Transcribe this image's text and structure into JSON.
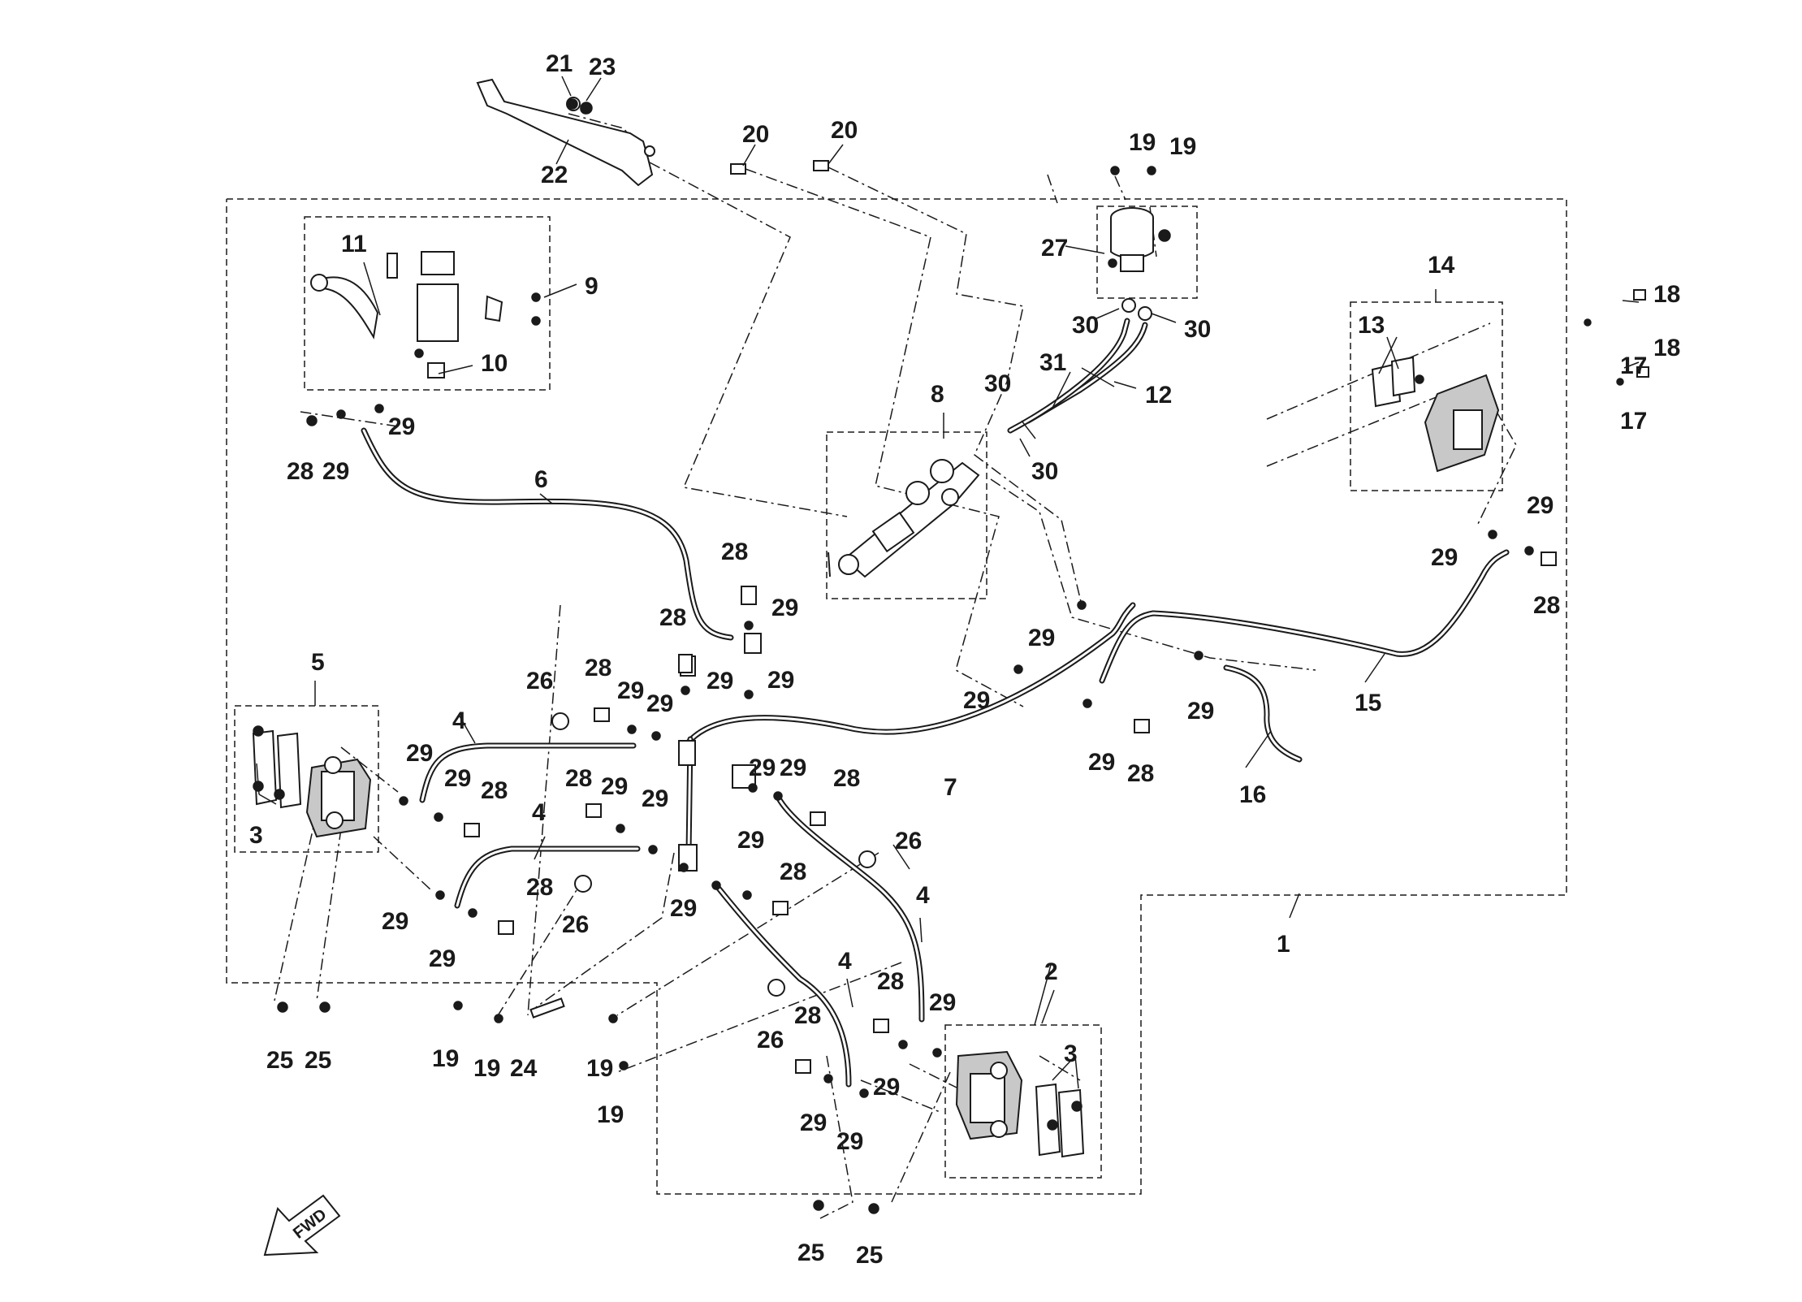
{
  "diagram": {
    "callouts": [
      {
        "id": "c21",
        "text": "21"
      },
      {
        "id": "c23",
        "text": "23"
      },
      {
        "id": "c22",
        "text": "22"
      },
      {
        "id": "c20a",
        "text": "20"
      },
      {
        "id": "c20b",
        "text": "20"
      },
      {
        "id": "c19a",
        "text": "19"
      },
      {
        "id": "c19b",
        "text": "19"
      },
      {
        "id": "c27",
        "text": "27"
      },
      {
        "id": "c30a",
        "text": "30"
      },
      {
        "id": "c30b",
        "text": "30"
      },
      {
        "id": "c31",
        "text": "31"
      },
      {
        "id": "c12",
        "text": "12"
      },
      {
        "id": "c30c",
        "text": "30"
      },
      {
        "id": "c30d",
        "text": "30"
      },
      {
        "id": "c8",
        "text": "8"
      },
      {
        "id": "c11",
        "text": "11"
      },
      {
        "id": "c9",
        "text": "9"
      },
      {
        "id": "c10",
        "text": "10"
      },
      {
        "id": "c28a",
        "text": "28"
      },
      {
        "id": "c29a",
        "text": "29"
      },
      {
        "id": "c29b",
        "text": "29"
      },
      {
        "id": "c6",
        "text": "6"
      },
      {
        "id": "c14",
        "text": "14"
      },
      {
        "id": "c13",
        "text": "13"
      },
      {
        "id": "c18a",
        "text": "18"
      },
      {
        "id": "c17a",
        "text": "17"
      },
      {
        "id": "c18b",
        "text": "18"
      },
      {
        "id": "c17b",
        "text": "17"
      },
      {
        "id": "c29c",
        "text": "29"
      },
      {
        "id": "c29d",
        "text": "29"
      },
      {
        "id": "c28b",
        "text": "28"
      },
      {
        "id": "c15",
        "text": "15"
      },
      {
        "id": "c16",
        "text": "16"
      },
      {
        "id": "c29e",
        "text": "29"
      },
      {
        "id": "c29f",
        "text": "29"
      },
      {
        "id": "c29g",
        "text": "29"
      },
      {
        "id": "c29h",
        "text": "29"
      },
      {
        "id": "c28c",
        "text": "28"
      },
      {
        "id": "c28d",
        "text": "28"
      },
      {
        "id": "c29i",
        "text": "29"
      },
      {
        "id": "c28e",
        "text": "28"
      },
      {
        "id": "c29j",
        "text": "29"
      },
      {
        "id": "c29k",
        "text": "29"
      },
      {
        "id": "c28f",
        "text": "28"
      },
      {
        "id": "c29l",
        "text": "29"
      },
      {
        "id": "c29m",
        "text": "29"
      },
      {
        "id": "c26a",
        "text": "26"
      },
      {
        "id": "c7",
        "text": "7"
      },
      {
        "id": "c5",
        "text": "5"
      },
      {
        "id": "c3a",
        "text": "3"
      },
      {
        "id": "c4a",
        "text": "4"
      },
      {
        "id": "c29n",
        "text": "29"
      },
      {
        "id": "c29o",
        "text": "29"
      },
      {
        "id": "c28g",
        "text": "28"
      },
      {
        "id": "c28h",
        "text": "28"
      },
      {
        "id": "c29p",
        "text": "29"
      },
      {
        "id": "c29q",
        "text": "29"
      },
      {
        "id": "c29r",
        "text": "29"
      },
      {
        "id": "c29s",
        "text": "29"
      },
      {
        "id": "c28i",
        "text": "28"
      },
      {
        "id": "c4b",
        "text": "4"
      },
      {
        "id": "c28j",
        "text": "28"
      },
      {
        "id": "c29t",
        "text": "29"
      },
      {
        "id": "c29u",
        "text": "29"
      },
      {
        "id": "c26b",
        "text": "26"
      },
      {
        "id": "c29v",
        "text": "29"
      },
      {
        "id": "c29w",
        "text": "29"
      },
      {
        "id": "c28k",
        "text": "28"
      },
      {
        "id": "c26c",
        "text": "26"
      },
      {
        "id": "c4c",
        "text": "4"
      },
      {
        "id": "c1",
        "text": "1"
      },
      {
        "id": "c25a",
        "text": "25"
      },
      {
        "id": "c25b",
        "text": "25"
      },
      {
        "id": "c19c",
        "text": "19"
      },
      {
        "id": "c19d",
        "text": "19"
      },
      {
        "id": "c24",
        "text": "24"
      },
      {
        "id": "c19e",
        "text": "19"
      },
      {
        "id": "c19f",
        "text": "19"
      },
      {
        "id": "c4d",
        "text": "4"
      },
      {
        "id": "c26d",
        "text": "26"
      },
      {
        "id": "c28l",
        "text": "28"
      },
      {
        "id": "c28m",
        "text": "28"
      },
      {
        "id": "c29x",
        "text": "29"
      },
      {
        "id": "c29y",
        "text": "29"
      },
      {
        "id": "c29z",
        "text": "29"
      },
      {
        "id": "c29aa",
        "text": "29"
      },
      {
        "id": "c2",
        "text": "2"
      },
      {
        "id": "c3b",
        "text": "3"
      },
      {
        "id": "c25c",
        "text": "25"
      },
      {
        "id": "c25d",
        "text": "25"
      }
    ],
    "fwd_arrow": {
      "text": "FWD",
      "icon": "forward-arrow-icon"
    }
  }
}
